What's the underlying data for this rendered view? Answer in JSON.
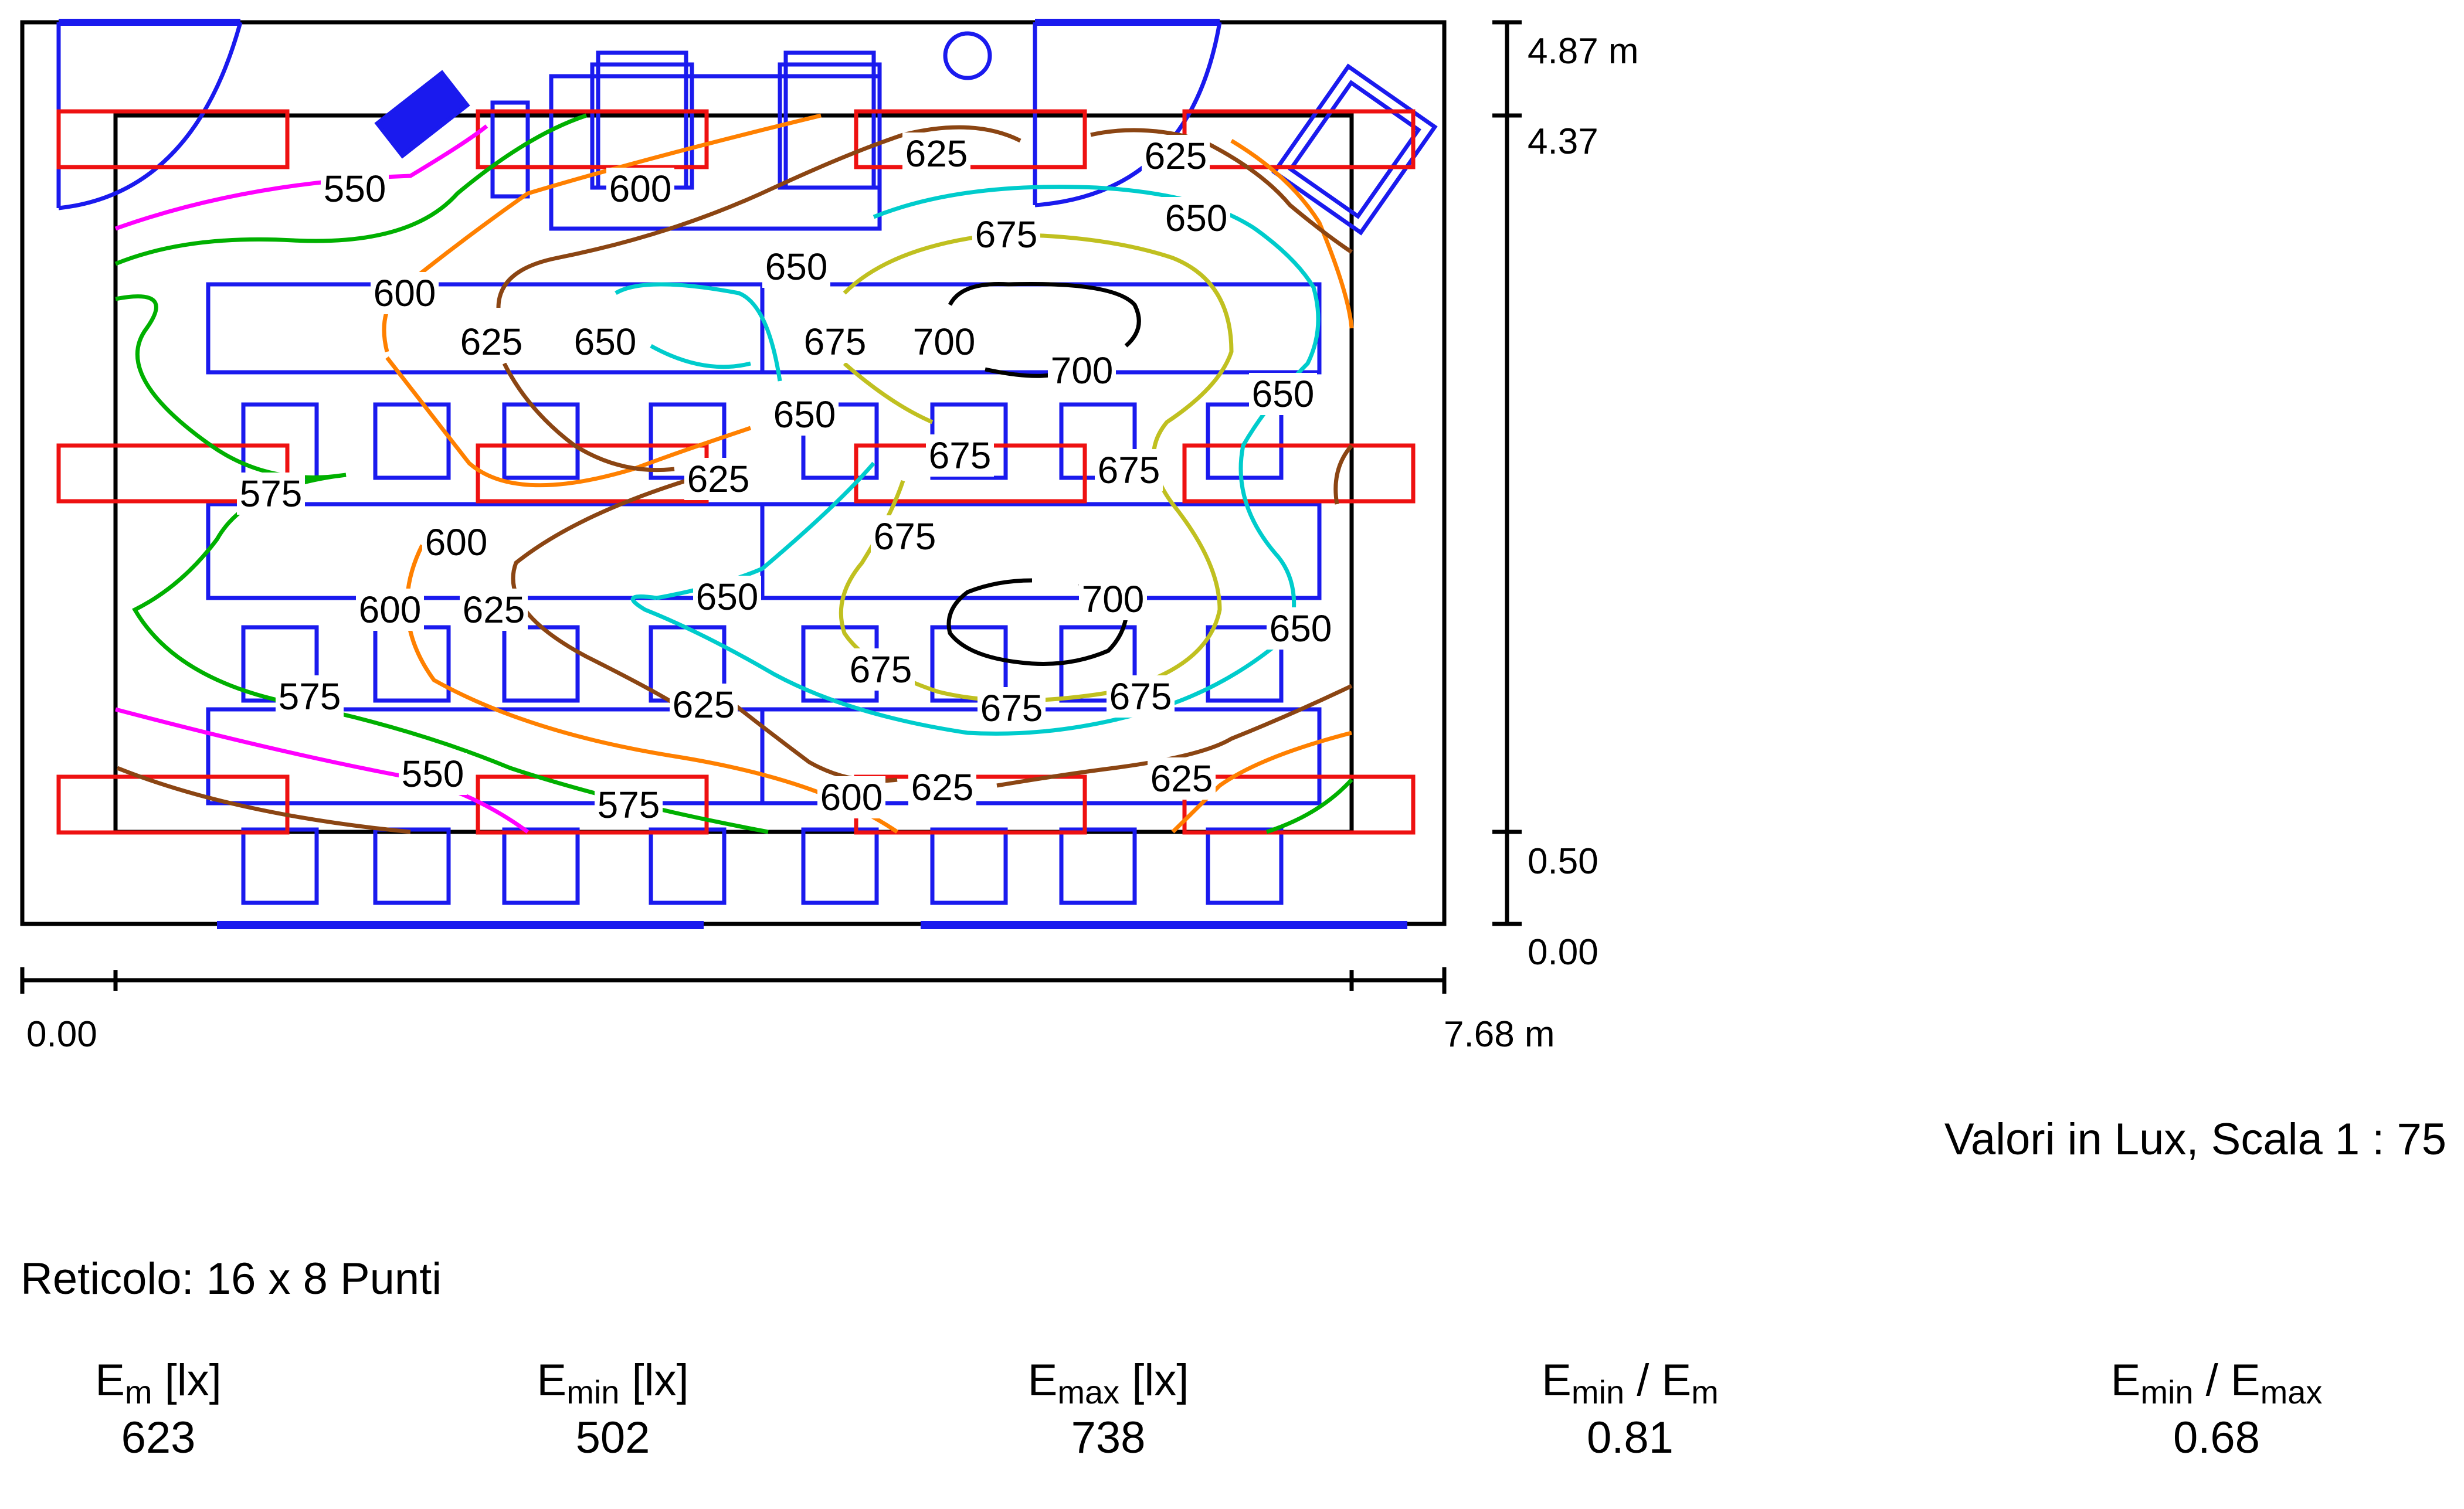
{
  "scale": {
    "y_top": "4.87 m",
    "y_inner_top": "4.37",
    "y_inner_bottom": "0.50",
    "y_origin": "0.00",
    "x_origin": "0.00",
    "x_end": "7.68 m"
  },
  "isolines": [
    {
      "level": 550,
      "color": "#ff00ff"
    },
    {
      "level": 575,
      "color": "#00b000"
    },
    {
      "level": 600,
      "color": "#ff8000"
    },
    {
      "level": 625,
      "color": "#8b4513"
    },
    {
      "level": 650,
      "color": "#00cccc"
    },
    {
      "level": 675,
      "color": "#c0c020"
    },
    {
      "level": 700,
      "color": "#000000"
    }
  ],
  "labels": [
    {
      "t": "550"
    },
    {
      "t": "600"
    },
    {
      "t": "625"
    },
    {
      "t": "625"
    },
    {
      "t": "650"
    },
    {
      "t": "675"
    },
    {
      "t": "650"
    },
    {
      "t": "600"
    },
    {
      "t": "625"
    },
    {
      "t": "650"
    },
    {
      "t": "675"
    },
    {
      "t": "700"
    },
    {
      "t": "700"
    },
    {
      "t": "650"
    },
    {
      "t": "650"
    },
    {
      "t": "575"
    },
    {
      "t": "625"
    },
    {
      "t": "675"
    },
    {
      "t": "675"
    },
    {
      "t": "600"
    },
    {
      "t": "675"
    },
    {
      "t": "600"
    },
    {
      "t": "625"
    },
    {
      "t": "650"
    },
    {
      "t": "700"
    },
    {
      "t": "650"
    },
    {
      "t": "575"
    },
    {
      "t": "675"
    },
    {
      "t": "625"
    },
    {
      "t": "675"
    },
    {
      "t": "675"
    },
    {
      "t": "550"
    },
    {
      "t": "575"
    },
    {
      "t": "600"
    },
    {
      "t": "625"
    },
    {
      "t": "625"
    }
  ],
  "legend": {
    "units_note": "Valori in Lux, Scala 1 : 75",
    "grid_note": "Reticolo: 16 x 8 Punti"
  },
  "stats": {
    "em": {
      "label": "E",
      "sub": "m",
      "unit": " [lx]",
      "value": "623"
    },
    "emin": {
      "label": "E",
      "sub": "min",
      "unit": " [lx]",
      "value": "502"
    },
    "emax": {
      "label": "E",
      "sub": "max",
      "unit": " [lx]",
      "value": "738"
    },
    "emin_em": {
      "label": "E",
      "sub": "min",
      "mid": " / E",
      "sub2": "m",
      "value": "0.81"
    },
    "emin_emax": {
      "label": "E",
      "sub": "min",
      "mid": " / E",
      "sub2": "max",
      "value": "0.68"
    }
  }
}
